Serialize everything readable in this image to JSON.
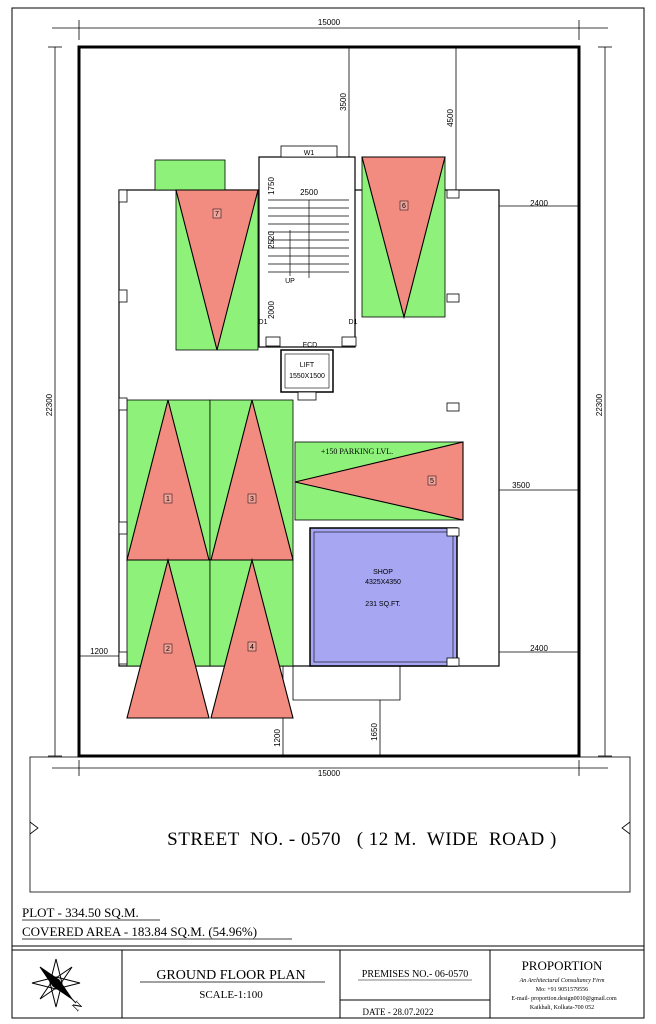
{
  "dimensions": {
    "top_width": "15000",
    "bottom_width": "15000",
    "left_height": "22300",
    "right_height": "22300",
    "front_setback": "3500",
    "front_setback_right": "4500",
    "side_right_top": "2400",
    "side_right_mid": "3500",
    "side_right_bottom": "2400",
    "side_left": "1200",
    "rear_left": "1200",
    "rear_mid": "1650",
    "stair_width": "2500",
    "stair_d1": "1750",
    "stair_d2": "2520",
    "stair_d3": "2000"
  },
  "rooms": {
    "window": "W1",
    "door_left": "D1",
    "door_right": "D1",
    "stair_up": "UP",
    "fcd": "FCD",
    "lift_title": "LIFT",
    "lift_size": "1550X1500",
    "parking_level": "+150 PARKING LVL.",
    "shop_title": "SHOP",
    "shop_size": "4325X4350",
    "shop_area": "231 SQ.FT."
  },
  "parking": [
    "1",
    "2",
    "3",
    "4",
    "5",
    "6",
    "7"
  ],
  "street": "STREET  NO. - 0570   ( 12 M.  WIDE  ROAD )",
  "plot": "PLOT - 334.50 SQ.M.",
  "covered": "COVERED AREA - 183.84 SQ.M. (54.96%)",
  "title_block": {
    "plan_title": "GROUND FLOOR PLAN",
    "scale": "SCALE-1:100",
    "premises": "PREMISES NO.- 06-0570",
    "date": "DATE - 28.07.2022",
    "firm": "PROPORTION",
    "tagline": "An Architectural Consultancy Firm",
    "mobile": "Mo: +91 9051579556",
    "email": "E-mail- proportion.design0010@gmail.com",
    "address": "Kaikhali, Kolkata-700 052"
  },
  "colors": {
    "green": "#8ef27a",
    "red": "#f28b80",
    "shop": "#a6a6f2"
  }
}
